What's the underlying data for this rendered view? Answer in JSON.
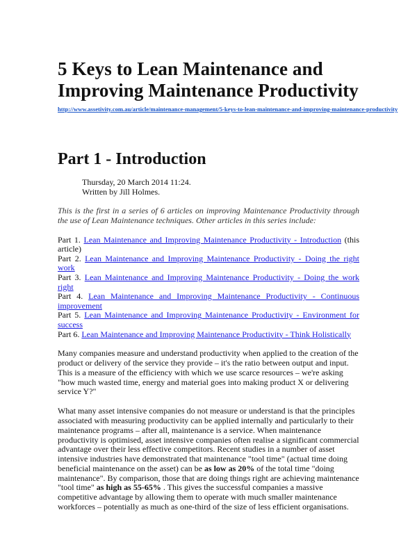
{
  "document": {
    "title": "5 Keys to Lean Maintenance and Improving Maintenance Productivity",
    "url": "http://www.assetivity.com.au/article/maintenance-management/5-keys-to-lean-maintenance-and-improving-maintenance-productivity",
    "heading": "Part 1 - Introduction",
    "date": "Thursday, 20 March 2014 11:24.",
    "author": "Written by Jill Holmes.",
    "intro": "This is the first in a series of 6 articles on improving Maintenance Productivity through the use of Lean Maintenance techniques.  Other articles in this series  include:",
    "parts": [
      {
        "prefix": "Part 1.",
        "link": "Lean Maintenance and Improving Maintenance Productivity - Introduction",
        "suffix": " (this article)"
      },
      {
        "prefix": "Part 2.",
        "link": "Lean Maintenance and Improving Maintenance Productivity - Doing the right work",
        "suffix": ""
      },
      {
        "prefix": "Part 3.",
        "link": "Lean Maintenance and Improving Maintenance Productivity - Doing the work right",
        "suffix": ""
      },
      {
        "prefix": "Part 4.",
        "link": "Lean Maintenance and Improving Maintenance Productivity - Continuous improvement",
        "suffix": ""
      },
      {
        "prefix": "Part 5.",
        "link": "Lean Maintenance and Improving Maintenance Productivity - Environment for success",
        "suffix": ""
      },
      {
        "prefix": "Part 6.",
        "link": "Lean Maintenance and Improving Maintenance Productivity - Think Holistically",
        "suffix": ""
      }
    ],
    "paragraph1": "Many companies measure and understand productivity when applied to the creation of the product or delivery of the service they provide – it's the ratio between output and input. This is a measure of the efficiency with which we use scarce resources – we're asking \"how much wasted time, energy and material goes into making product X or delivering service Y?\"",
    "paragraph2": {
      "a": "What many asset intensive companies do not measure or understand is that the principles associated with measuring productivity can be applied internally and particularly to their maintenance programs – after all, maintenance is a service. When maintenance productivity is optimised, asset intensive companies often realise a significant commercial advantage over their less effective competitors. Recent studies in a number of asset intensive industries have demonstrated that maintenance \"tool time\" (actual time doing beneficial maintenance on the asset) can be ",
      "b1": "as low as 20%",
      "c": " of the total time \"doing maintenance\". By comparison, those that are doing things right are achieving maintenance \"tool time\" ",
      "b2": "as high as 55-65%",
      "d": " . This gives the successful companies a massive competitive advantage by allowing them to operate with much smaller maintenance workforces – potentially as much as one-third of the size of less efficient organisations."
    },
    "colors": {
      "link": "#1a1ae0",
      "url": "#1a56c9",
      "text": "#111111"
    }
  }
}
